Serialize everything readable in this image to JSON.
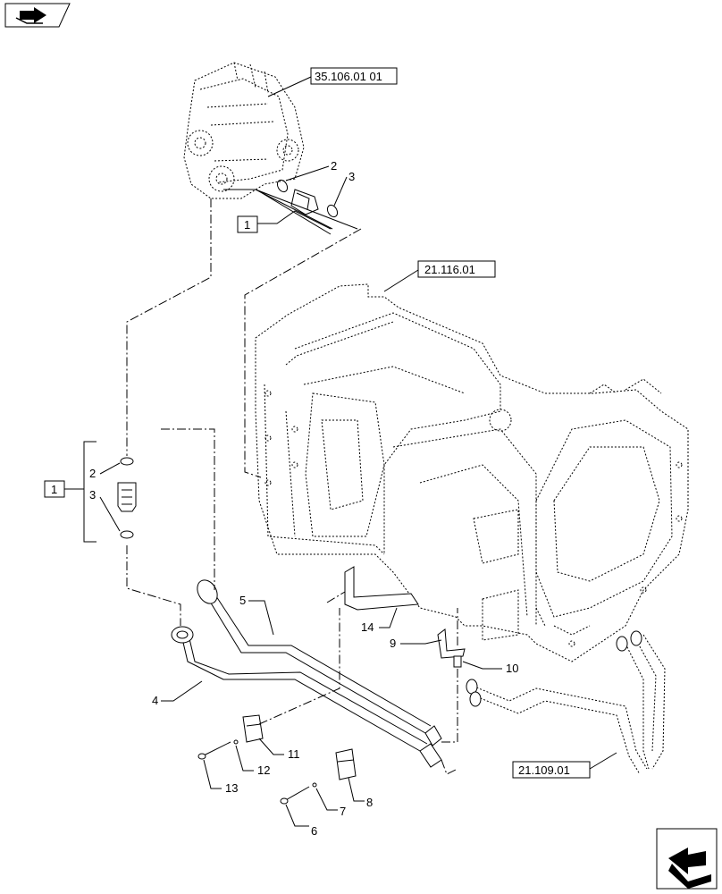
{
  "references": {
    "pump": "35.106.01 01",
    "transmission": "21.116.01",
    "pipes": "21.109.01"
  },
  "kit_label": "1",
  "callouts": [
    "1",
    "2",
    "3",
    "4",
    "5",
    "6",
    "7",
    "8",
    "9",
    "10",
    "11",
    "12",
    "13",
    "14"
  ],
  "icons": {
    "top_left": "book-arrow-icon",
    "bottom_right": "next-page-arrow-icon"
  }
}
